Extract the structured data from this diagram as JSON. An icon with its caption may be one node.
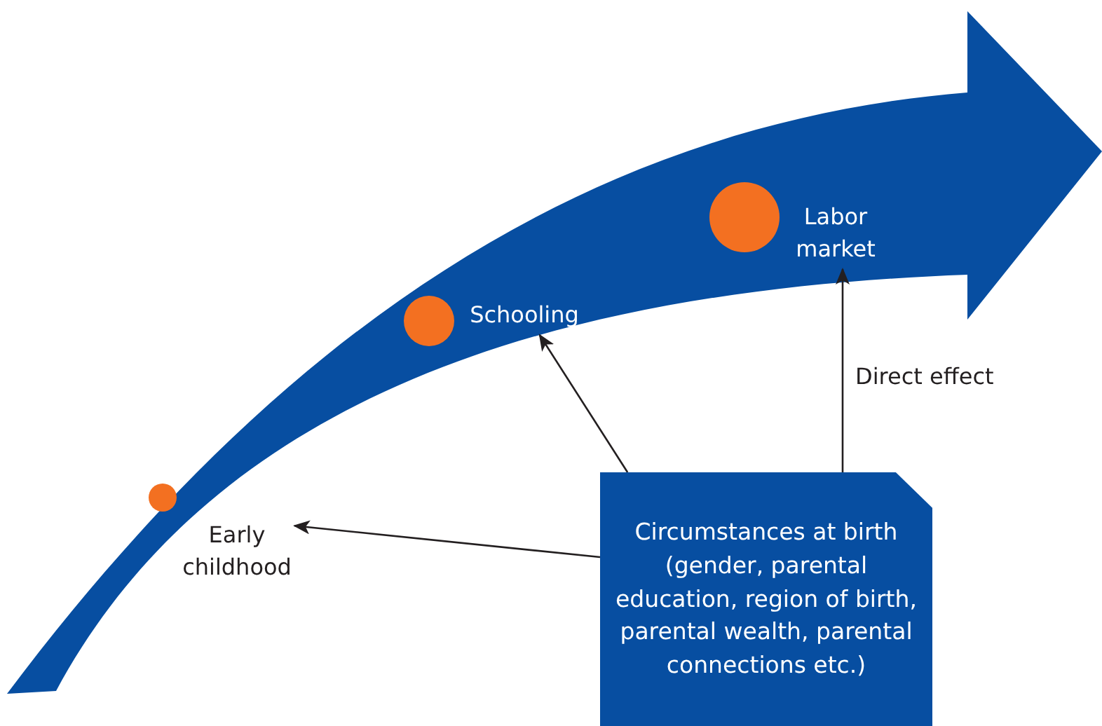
{
  "diagram": {
    "nodes": [
      {
        "text": [
          "Early childhood"
        ]
      },
      {
        "text": [
          "Schooling"
        ]
      },
      {
        "text": [
          "Labor market"
        ]
      },
      {
        "text": [
          "Circumstances at birth (gender, parental education, region of birth, parental wealth, parental connections etc.)"
        ]
      }
    ],
    "edges": [
      {
        "from": 3,
        "to": 0,
        "arrow": "to"
      },
      {
        "from": 3,
        "to": 1,
        "arrow": "to"
      },
      {
        "from": 3,
        "to": 2,
        "arrow": "to",
        "label": "Direct effect"
      }
    ]
  }
}
